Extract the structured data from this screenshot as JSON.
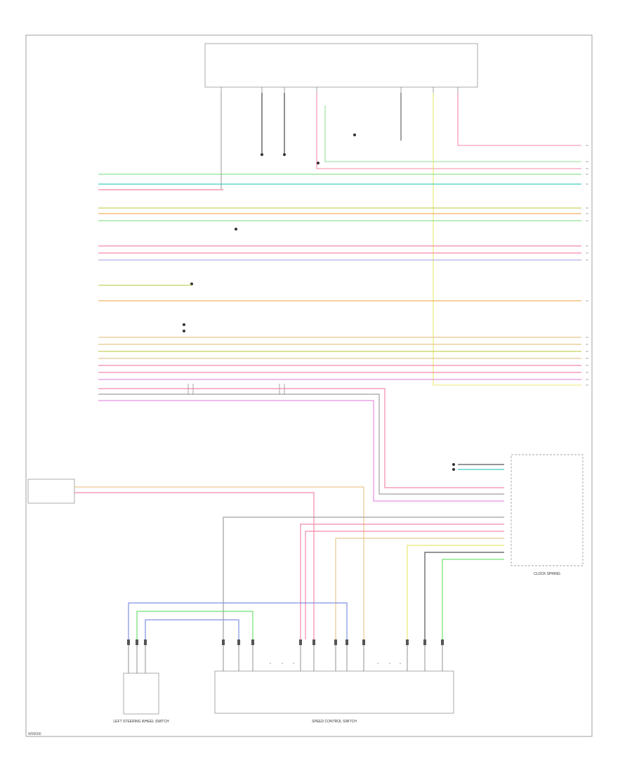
{
  "diagram_code": "W00006",
  "components": {
    "top_box": {
      "label": ""
    },
    "clock_spring": {
      "label": "CLOCK SPRING"
    },
    "speed_control_switch": {
      "label": "SPEED CONTROL SWITCH"
    },
    "left_steering_wheel_switch": {
      "label": "LEFT STEERING WHEEL SWITCH"
    },
    "left_module": {
      "label": ""
    }
  },
  "colors": {
    "green": "#8fe08f",
    "teal": "#3fd0c0",
    "pink": "#f48aa8",
    "olive": "#c8d060",
    "orange": "#f5b060",
    "lilac": "#b0b0e8",
    "yellow": "#e8e870",
    "tan": "#e8c890",
    "magenta": "#e890e0",
    "gray": "#a0a0a0",
    "blue": "#8090e0",
    "limegreen": "#70e070"
  }
}
